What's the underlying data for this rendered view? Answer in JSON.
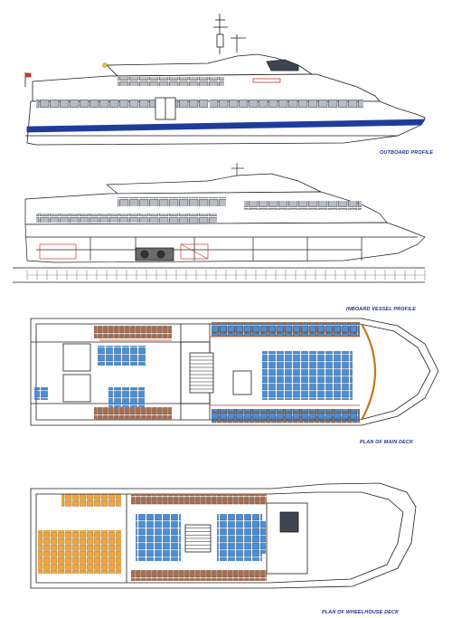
{
  "captions": {
    "outboard": "OUTBOARD PROFILE",
    "inboard": "INBOARD VESSEL PROFILE",
    "main_deck": "PLAN OF MAIN DECK",
    "wheelhouse_deck": "PLAN OF WHEELHOUSE DECK"
  },
  "colors": {
    "caption": "#1f2f86",
    "hull_stripe": "#1e3c9a",
    "seat_blue": "#4a8fd4",
    "seat_brown": "#a86d4f",
    "seat_orange": "#f0a63a",
    "machinery_red": "#c23a2a",
    "line": "#1c1c1c"
  },
  "icons": [
    "flag-icon",
    "mast-icon",
    "engine-icon",
    "stair-icon"
  ]
}
